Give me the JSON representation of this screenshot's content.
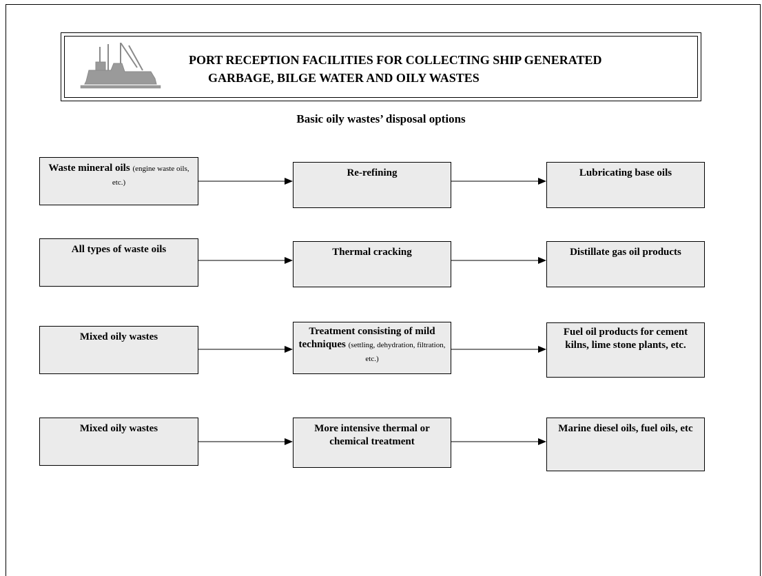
{
  "header": {
    "title_line1": "PORT RECEPTION FACILITIES FOR COLLECTING SHIP GENERATED",
    "title_line2": "GARBAGE, BILGE WATER AND OILY WASTES",
    "logo_icon": "ship-crane-icon"
  },
  "subtitle": "Basic oily wastes’ disposal  options",
  "rows": [
    {
      "source": {
        "main": "Waste mineral oils",
        "note": "(engine waste oils, etc.)"
      },
      "process": {
        "main": "Re-refining",
        "note": ""
      },
      "product": {
        "main": "Lubricating base oils",
        "note": ""
      }
    },
    {
      "source": {
        "main": "All types of waste oils",
        "note": ""
      },
      "process": {
        "main": "Thermal cracking",
        "note": ""
      },
      "product": {
        "main": "Distillate gas oil products",
        "note": ""
      }
    },
    {
      "source": {
        "main": "Mixed oily wastes",
        "note": ""
      },
      "process": {
        "main": "Treatment consisting of mild techniques",
        "note": "(settling, dehydration, filtration, etc.)"
      },
      "product": {
        "main": "Fuel oil products for cement kilns, lime stone plants, etc.",
        "note": ""
      }
    },
    {
      "source": {
        "main": "Mixed oily wastes",
        "note": ""
      },
      "process": {
        "main": "More intensive thermal or chemical  treatment",
        "note": ""
      },
      "product": {
        "main": "Marine diesel oils, fuel oils, etc",
        "note": ""
      }
    }
  ],
  "colors": {
    "box_fill": "#ebebeb",
    "border": "#000000"
  }
}
